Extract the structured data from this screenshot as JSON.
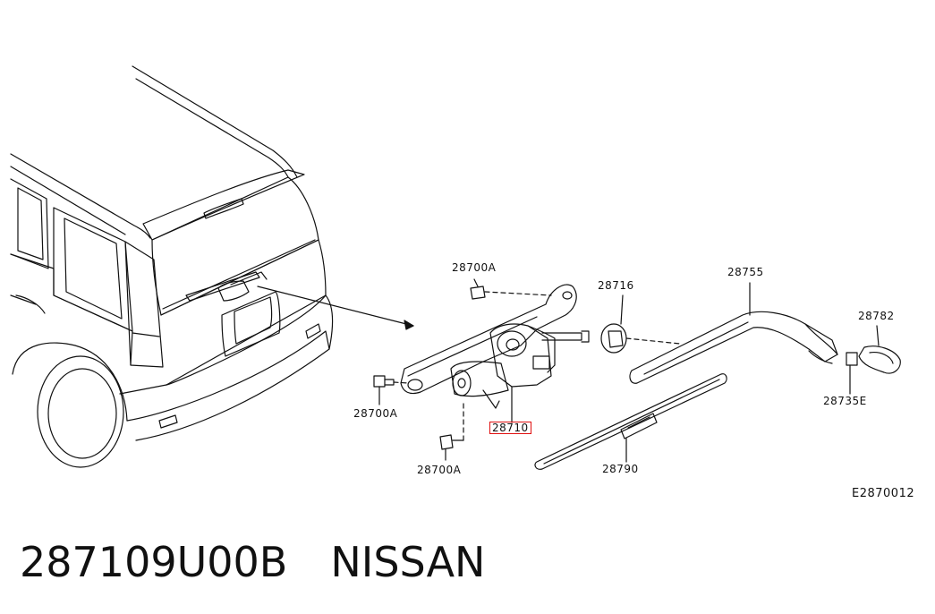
{
  "callouts": {
    "clip_top": "28700A",
    "nut_28716": "28716",
    "arm_28755": "28755",
    "cap_28782": "28782",
    "bolt_left": "28700A",
    "motor_28710": "28710",
    "nut_28735e": "28735E",
    "bolt_bottom": "28700A",
    "blade_28790": "28790"
  },
  "diagram_code": "E2870012",
  "caption": {
    "part_number": "287109U00B",
    "brand": "NISSAN"
  },
  "colors": {
    "line": "#111111",
    "highlight": "#e01010",
    "background": "#ffffff"
  }
}
